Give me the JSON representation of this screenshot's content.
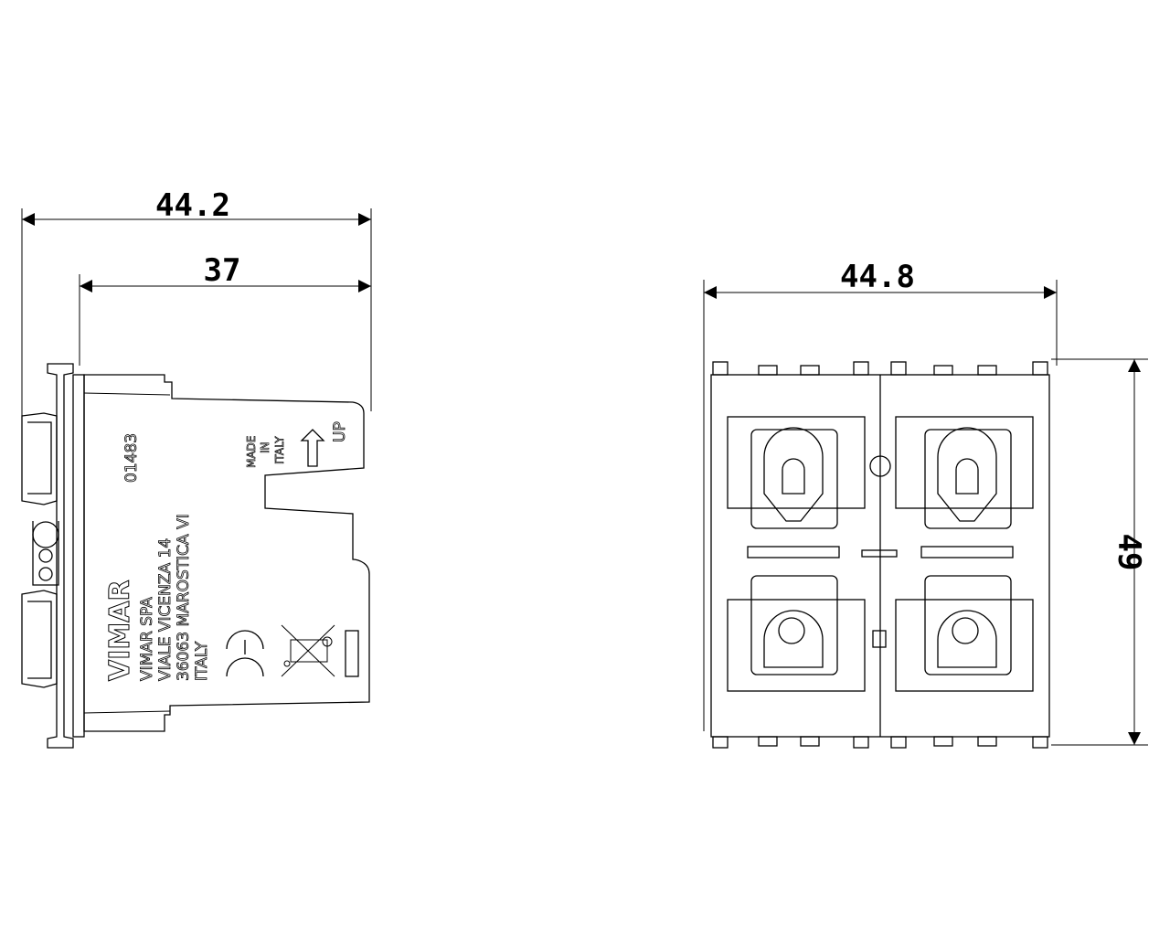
{
  "side_view": {
    "dim_overall": "44.2",
    "dim_body": "37",
    "brand": "VIMAR",
    "code": "01483",
    "address_lines": [
      "VIMAR SPA",
      "VIALE VICENZA 14",
      "36063 MAROSTICA VI",
      "ITALY"
    ],
    "origin_lines": [
      "MADE",
      "IN",
      "ITALY"
    ],
    "orientation_label": "UP",
    "ce_mark": "CE"
  },
  "front_view": {
    "dim_width": "44.8",
    "dim_height": "49"
  }
}
